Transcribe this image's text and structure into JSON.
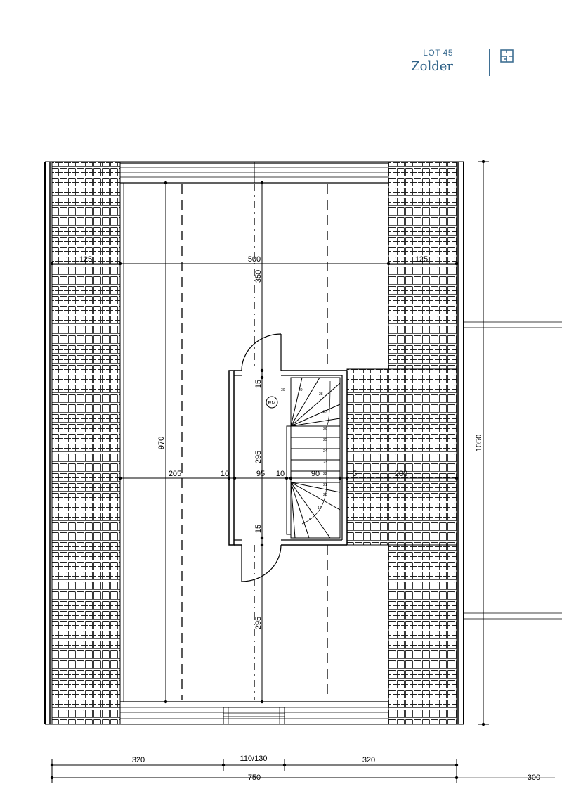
{
  "header": {
    "lot": "LOT 45",
    "floor": "Zolder",
    "icon": "floorplan-icon",
    "accent": "#3f6f93"
  },
  "dimensions": {
    "top_left_width": "125",
    "top_middle_width": "500",
    "top_right_width": "125",
    "room_upper_depth": "350",
    "total_interior_depth": "970",
    "landing_upper": "15",
    "hall_depth": "295",
    "landing_lower": "15",
    "lower_depth": "295",
    "left_room_width": "205",
    "wall_left": "10",
    "hall_width": "95",
    "wall_mid": "10",
    "stair_width": "90",
    "wall_right": "5",
    "right_zone_width": "200",
    "overall_depth": "1050",
    "bottom_left": "320",
    "bottom_middle": "110/130",
    "bottom_right": "320",
    "overall_width": "750",
    "extension": "300"
  },
  "labels": {
    "rm": "RM"
  },
  "stair_steps": [
    "30",
    "29",
    "28",
    "27",
    "26",
    "25",
    "24",
    "23",
    "22",
    "21",
    "20",
    "19",
    "18",
    "17"
  ]
}
